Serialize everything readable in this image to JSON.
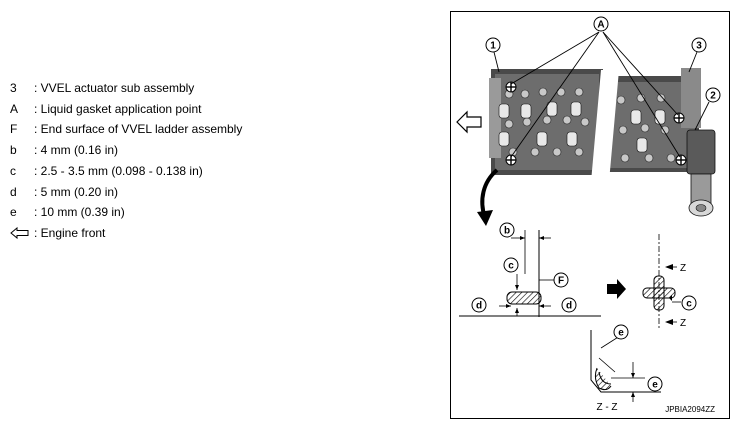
{
  "legend": {
    "items": [
      {
        "key": "3",
        "text": ": VVEL actuator sub assembly"
      },
      {
        "key": "A",
        "text": ": Liquid gasket application point"
      },
      {
        "key": "F",
        "text": ": End surface of VVEL ladder assembly"
      },
      {
        "key": "b",
        "text": ": 4 mm (0.16 in)"
      },
      {
        "key": "c",
        "text": ": 2.5 - 3.5 mm (0.098 - 0.138 in)"
      },
      {
        "key": "d",
        "text": ": 5 mm (0.20 in)"
      },
      {
        "key": "e",
        "text": ": 10 mm (0.39 in)"
      }
    ],
    "engine_front": {
      "key_icon": "hollow-left-arrow",
      "text": ": Engine front"
    }
  },
  "figure": {
    "callouts": {
      "A": "A",
      "one": "1",
      "two": "2",
      "three": "3",
      "b": "b",
      "c": "c",
      "d": "d",
      "e": "e",
      "F": "F"
    },
    "z_label": "Z",
    "section_label": "Z - Z",
    "reference_code": "JPBIA2094ZZ"
  },
  "colors": {
    "ink": "#000000",
    "gray_dark": "#3a3a3a",
    "gray_mid": "#7a7a7a",
    "gray_light": "#c4c4c4"
  }
}
